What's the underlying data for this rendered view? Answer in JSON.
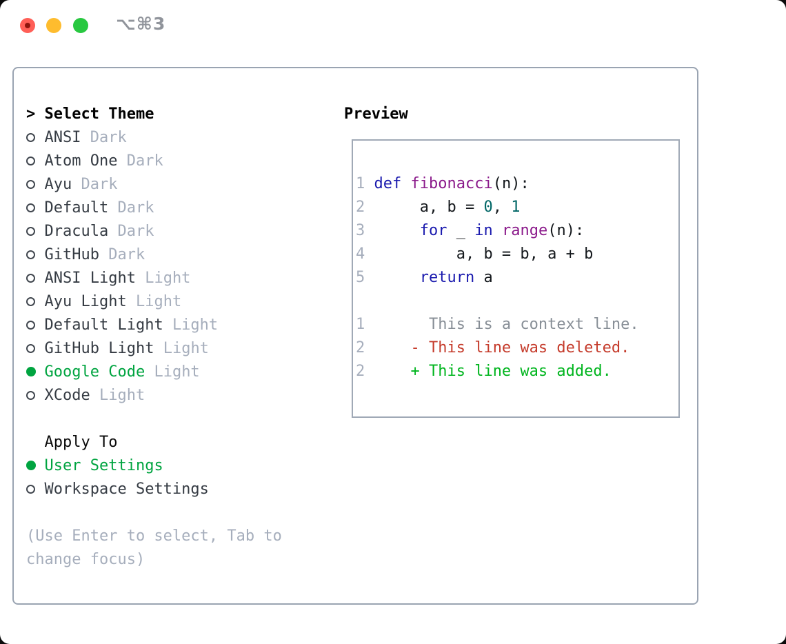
{
  "window": {
    "title": "⌥⌘3"
  },
  "colors": {
    "selection_green": "#00a440",
    "added_green": "#00b51e",
    "deleted_red": "#c53b2b",
    "keyword_blue": "#1a1aae",
    "function_purple": "#8b1a8b",
    "literal_teal": "#006666",
    "muted_gray": "#a6aebc",
    "panel_border": "#9aa4b2",
    "traffic_red": "#ff5f57",
    "traffic_yellow": "#febc2e",
    "traffic_green": "#28c840"
  },
  "left": {
    "header": {
      "marker": ">",
      "label": "Select Theme"
    },
    "themes": [
      {
        "name": "ANSI",
        "variant": "Dark",
        "selected": false
      },
      {
        "name": "Atom One",
        "variant": "Dark",
        "selected": false
      },
      {
        "name": "Ayu",
        "variant": "Dark",
        "selected": false
      },
      {
        "name": "Default",
        "variant": "Dark",
        "selected": false
      },
      {
        "name": "Dracula",
        "variant": "Dark",
        "selected": false
      },
      {
        "name": "GitHub",
        "variant": "Dark",
        "selected": false
      },
      {
        "name": "ANSI Light",
        "variant": "Light",
        "selected": false
      },
      {
        "name": "Ayu Light",
        "variant": "Light",
        "selected": false
      },
      {
        "name": "Default Light",
        "variant": "Light",
        "selected": false
      },
      {
        "name": "GitHub Light",
        "variant": "Light",
        "selected": false
      },
      {
        "name": "Google Code",
        "variant": "Light",
        "selected": true
      },
      {
        "name": "XCode",
        "variant": "Light",
        "selected": false
      }
    ],
    "apply_to": {
      "label": "Apply To",
      "options": [
        {
          "label": "User Settings",
          "selected": true
        },
        {
          "label": "Workspace Settings",
          "selected": false
        }
      ]
    },
    "hint_lines": [
      "(Use Enter to select, Tab to",
      "change focus)"
    ]
  },
  "preview": {
    "title": "Preview",
    "code_lines": [
      [],
      [
        [
          "1",
          "num"
        ],
        [
          " ",
          "pl"
        ],
        [
          "def",
          "kw"
        ],
        [
          " ",
          "pl"
        ],
        [
          "fibonacci",
          "fn"
        ],
        [
          "(n):",
          "pl"
        ]
      ],
      [
        [
          "2",
          "num"
        ],
        [
          "      ",
          "pl"
        ],
        [
          "a, b = ",
          "pl"
        ],
        [
          "0",
          "lit"
        ],
        [
          ", ",
          "pl"
        ],
        [
          "1",
          "lit"
        ]
      ],
      [
        [
          "3",
          "num"
        ],
        [
          "      ",
          "pl"
        ],
        [
          "for",
          "kw"
        ],
        [
          " _ ",
          "pl"
        ],
        [
          "in",
          "kw"
        ],
        [
          " ",
          "pl"
        ],
        [
          "range",
          "fn"
        ],
        [
          "(n):",
          "pl"
        ]
      ],
      [
        [
          "4",
          "num"
        ],
        [
          "          ",
          "pl"
        ],
        [
          "a, b = b, a + b",
          "pl"
        ]
      ],
      [
        [
          "5",
          "num"
        ],
        [
          "      ",
          "pl"
        ],
        [
          "return",
          "kw"
        ],
        [
          " a",
          "pl"
        ]
      ],
      [],
      [
        [
          "1",
          "num"
        ],
        [
          "       ",
          "pl"
        ],
        [
          "This is a context line.",
          "ctx"
        ]
      ],
      [
        [
          "2",
          "num"
        ],
        [
          "     ",
          "pl"
        ],
        [
          "- This line was deleted.",
          "del"
        ]
      ],
      [
        [
          "2",
          "num"
        ],
        [
          "     ",
          "pl"
        ],
        [
          "+ This line was added.",
          "add"
        ]
      ]
    ]
  }
}
